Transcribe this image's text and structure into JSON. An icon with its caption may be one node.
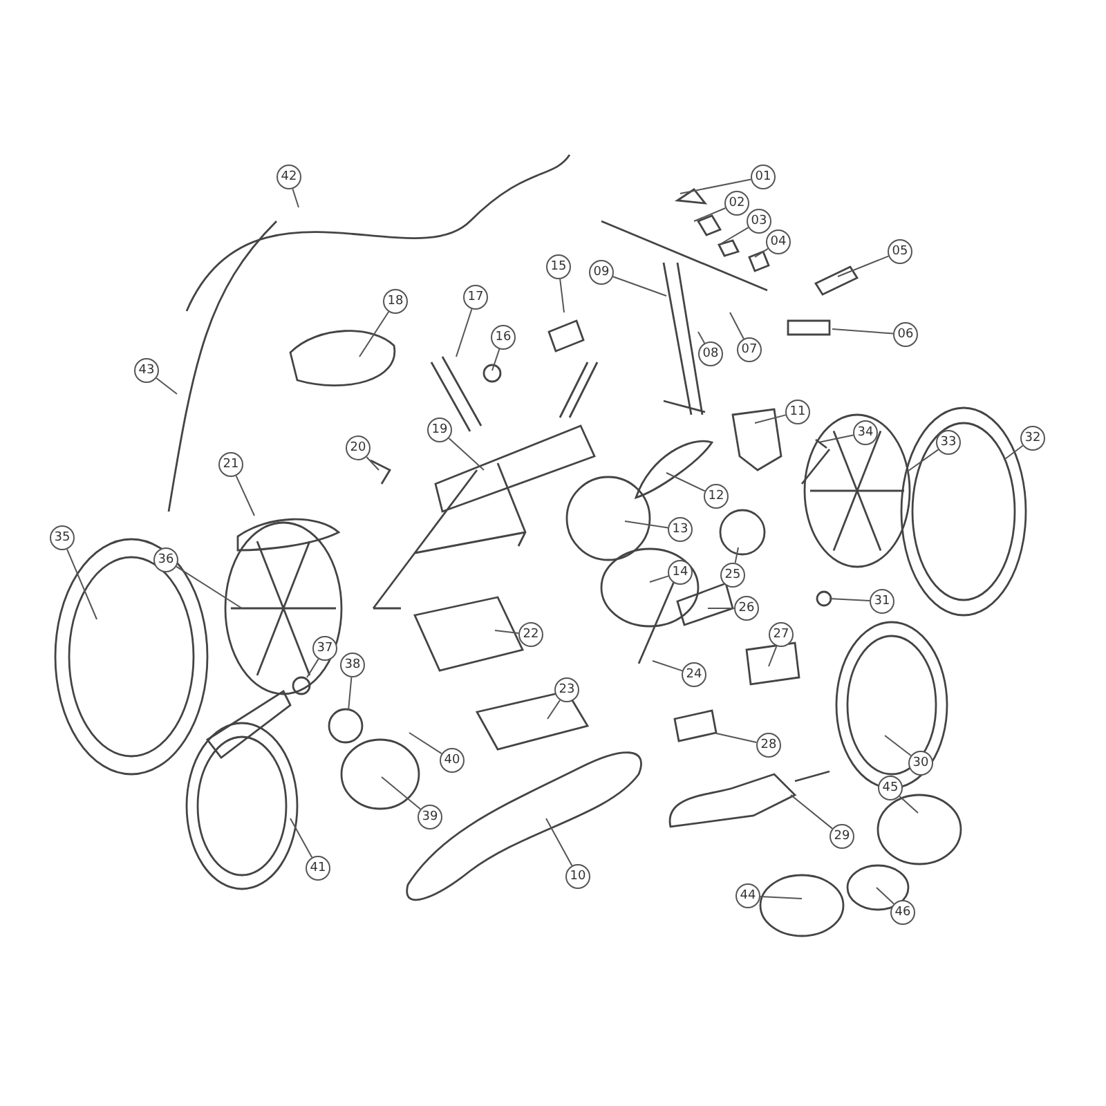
{
  "diagram": {
    "nodes": [
      {
        "text": [
          "01"
        ]
      },
      {
        "text": [
          "02"
        ]
      },
      {
        "text": [
          "03"
        ]
      },
      {
        "text": [
          "04"
        ]
      },
      {
        "text": [
          "05"
        ]
      },
      {
        "text": [
          "06"
        ]
      },
      {
        "text": [
          "07"
        ]
      },
      {
        "text": [
          "08"
        ]
      },
      {
        "text": [
          "09"
        ]
      },
      {
        "text": [
          "10"
        ]
      },
      {
        "text": [
          "11"
        ]
      },
      {
        "text": [
          "12"
        ]
      },
      {
        "text": [
          "13"
        ]
      },
      {
        "text": [
          "14"
        ]
      },
      {
        "text": [
          "15"
        ]
      },
      {
        "text": [
          "16"
        ]
      },
      {
        "text": [
          "17"
        ]
      },
      {
        "text": [
          "18"
        ]
      },
      {
        "text": [
          "19"
        ]
      },
      {
        "text": [
          "20"
        ]
      },
      {
        "text": [
          "21"
        ]
      },
      {
        "text": [
          "22"
        ]
      },
      {
        "text": [
          "23"
        ]
      },
      {
        "text": [
          "24"
        ]
      },
      {
        "text": [
          "25"
        ]
      },
      {
        "text": [
          "26"
        ]
      },
      {
        "text": [
          "27"
        ]
      },
      {
        "text": [
          "28"
        ]
      },
      {
        "text": [
          "29"
        ]
      },
      {
        "text": [
          "30"
        ]
      },
      {
        "text": [
          "31"
        ]
      },
      {
        "text": [
          "32"
        ]
      },
      {
        "text": [
          "33"
        ]
      },
      {
        "text": [
          "34"
        ]
      },
      {
        "text": [
          "35"
        ]
      },
      {
        "text": [
          "36"
        ]
      },
      {
        "text": [
          "37"
        ]
      },
      {
        "text": [
          "38"
        ]
      },
      {
        "text": [
          "39"
        ]
      },
      {
        "text": [
          "40"
        ]
      },
      {
        "text": [
          "41"
        ]
      },
      {
        "text": [
          "42"
        ]
      },
      {
        "text": [
          "43"
        ]
      },
      {
        "text": [
          "44"
        ]
      },
      {
        "text": [
          "45"
        ]
      },
      {
        "text": [
          "46"
        ]
      }
    ],
    "edges": [
      {
        "from": 0,
        "to": null,
        "arrow": "none"
      },
      {
        "from": 1,
        "to": null,
        "arrow": "none"
      },
      {
        "from": 2,
        "to": null,
        "arrow": "none"
      },
      {
        "from": 3,
        "to": null,
        "arrow": "none"
      },
      {
        "from": 4,
        "to": null,
        "arrow": "none"
      },
      {
        "from": 5,
        "to": null,
        "arrow": "none"
      },
      {
        "from": 6,
        "to": null,
        "arrow": "none"
      },
      {
        "from": 7,
        "to": null,
        "arrow": "none"
      },
      {
        "from": 8,
        "to": null,
        "arrow": "none"
      },
      {
        "from": 9,
        "to": null,
        "arrow": "none"
      },
      {
        "from": 10,
        "to": null,
        "arrow": "none"
      },
      {
        "from": 11,
        "to": null,
        "arrow": "none"
      },
      {
        "from": 12,
        "to": null,
        "arrow": "none"
      },
      {
        "from": 13,
        "to": null,
        "arrow": "none"
      },
      {
        "from": 14,
        "to": null,
        "arrow": "none"
      },
      {
        "from": 15,
        "to": null,
        "arrow": "none"
      },
      {
        "from": 16,
        "to": null,
        "arrow": "none"
      },
      {
        "from": 17,
        "to": null,
        "arrow": "none"
      },
      {
        "from": 18,
        "to": null,
        "arrow": "none"
      },
      {
        "from": 19,
        "to": null,
        "arrow": "none"
      },
      {
        "from": 20,
        "to": null,
        "arrow": "none"
      },
      {
        "from": 21,
        "to": null,
        "arrow": "none"
      },
      {
        "from": 22,
        "to": null,
        "arrow": "none"
      },
      {
        "from": 23,
        "to": null,
        "arrow": "none"
      },
      {
        "from": 24,
        "to": null,
        "arrow": "none"
      },
      {
        "from": 25,
        "to": null,
        "arrow": "none"
      },
      {
        "from": 26,
        "to": null,
        "arrow": "none"
      },
      {
        "from": 27,
        "to": null,
        "arrow": "none"
      },
      {
        "from": 28,
        "to": null,
        "arrow": "none"
      },
      {
        "from": 29,
        "to": null,
        "arrow": "none"
      },
      {
        "from": 30,
        "to": null,
        "arrow": "none"
      },
      {
        "from": 31,
        "to": null,
        "arrow": "none"
      },
      {
        "from": 32,
        "to": null,
        "arrow": "none"
      },
      {
        "from": 33,
        "to": null,
        "arrow": "none"
      },
      {
        "from": 34,
        "to": null,
        "arrow": "none"
      },
      {
        "from": 35,
        "to": null,
        "arrow": "none"
      },
      {
        "from": 36,
        "to": null,
        "arrow": "none"
      },
      {
        "from": 37,
        "to": null,
        "arrow": "none"
      },
      {
        "from": 38,
        "to": null,
        "arrow": "none"
      },
      {
        "from": 39,
        "to": null,
        "arrow": "none"
      },
      {
        "from": 40,
        "to": null,
        "arrow": "none"
      },
      {
        "from": 41,
        "to": null,
        "arrow": "none"
      },
      {
        "from": 42,
        "to": null,
        "arrow": "none"
      },
      {
        "from": 43,
        "to": null,
        "arrow": "none"
      },
      {
        "from": 44,
        "to": null,
        "arrow": "none"
      },
      {
        "from": 45,
        "to": null,
        "arrow": "none"
      }
    ]
  }
}
